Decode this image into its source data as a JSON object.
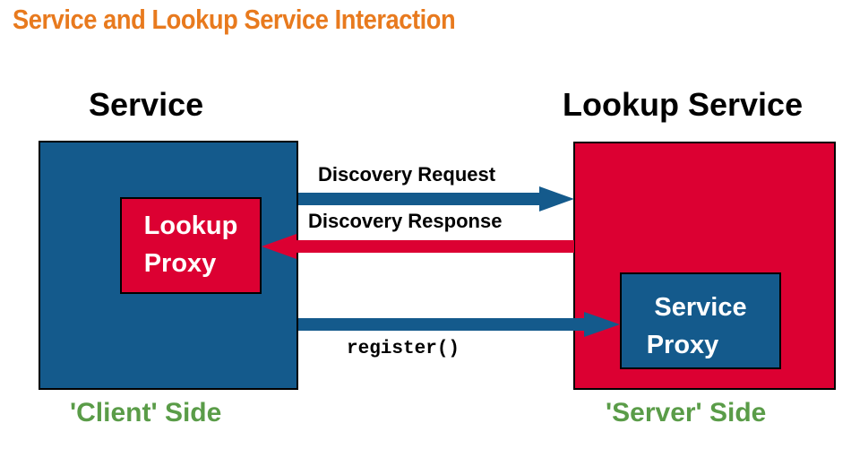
{
  "title": "Service and Lookup Service Interaction",
  "left": {
    "heading": "Service",
    "inner_label_line1": "Lookup",
    "inner_label_line2": "Proxy",
    "side_label": "'Client' Side"
  },
  "right": {
    "heading": "Lookup Service",
    "inner_label_line1": "Service",
    "inner_label_line2": "Proxy",
    "side_label": "'Server' Side"
  },
  "arrows": {
    "request": "Discovery Request",
    "response": "Discovery Response",
    "register": "register()"
  },
  "colors": {
    "title": "#e87a1e",
    "blue": "#145a8c",
    "red": "#dc0032",
    "side_label": "#5a9c48"
  }
}
